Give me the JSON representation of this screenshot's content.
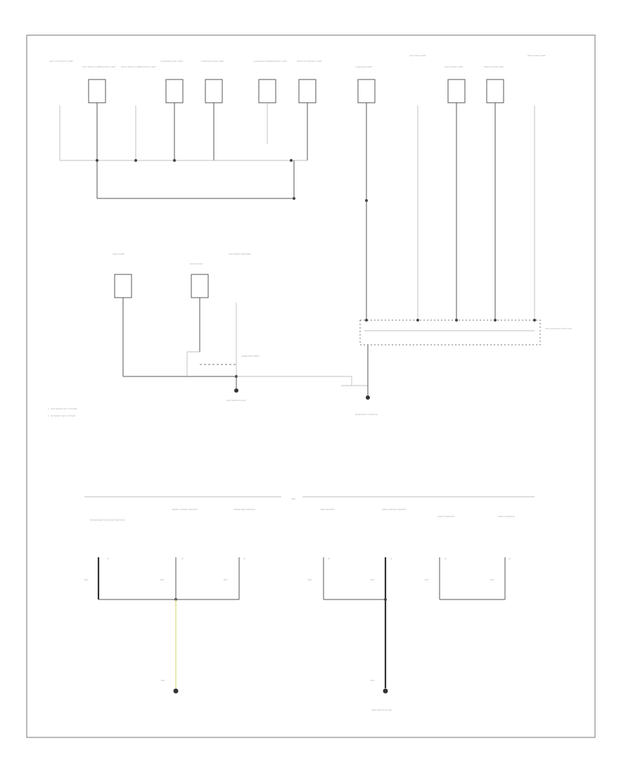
{
  "title": "",
  "footer_code": "",
  "labels": {
    "top_components": [
      "LEFT COURTESY LAMP",
      "LEFT REAR COMBINATION LAMP",
      "RIGHT REAR COMBINATION LAMP",
      "LICENSE PLATE LAMP",
      "LICENSE PLATE LAMP",
      "LUGGAGE COMPARTMENT LAMP",
      "RIGHT COURTESY LAMP",
      "LUGGAGE LAMP",
      "LEFT MAP LAMP",
      "LEFT DOOR LAMP",
      "RIGHT DOOR LAMP",
      "RIGHT MAP LAMP"
    ],
    "middle_components": [
      "FUEL PUMP",
      "MOTOR UNIT",
      "LEFT REAR SPEAKER"
    ],
    "junction_block": "J/B (LUGGAGE JUNCTION)",
    "shield_note": "(SHIELDED WIRE)",
    "ground_left": "LEFT REAR PILLAR",
    "ground_right": "REAR BODY GROUND",
    "legend": [
      "1 : W/O SMART KEY SYSTEM",
      "2 : W/ SMART KEY SYSTEM"
    ],
    "section_marker": "ABS",
    "bottom_left_components": [
      "PASSENGER OCCUPANT SENSOR",
      "REAR CURTAIN SENSOR",
      "REAR SIDE SENSOR"
    ],
    "bottom_right_components": [
      "SIDE SENSOR",
      "SIDE CURTAIN SENSOR",
      "FRONT SENSOR",
      "FRONT SENSOR"
    ],
    "ground_bottom_left": "",
    "ground_bottom_right": "LEFT FRONT PILLAR",
    "wire_color": "BLK",
    "connector_tag": "W"
  },
  "colors": {
    "wire": "#555555",
    "heavy_wire": "#303030",
    "yellow_wire": "#dede8e",
    "frame": "#8a8a8a"
  }
}
